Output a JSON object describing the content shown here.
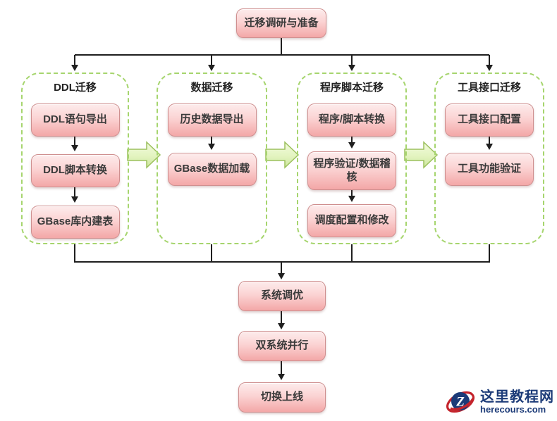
{
  "diagram": {
    "top_box": {
      "label": "迁移调研与准备"
    },
    "columns": [
      {
        "title": "DDL迁移",
        "steps": [
          "DDL语句导出",
          "DDL脚本转换",
          "GBase库内建表"
        ]
      },
      {
        "title": "数据迁移",
        "steps": [
          "历史数据导出",
          "GBase数据加载"
        ]
      },
      {
        "title": "程序脚本迁移",
        "steps": [
          "程序/脚本转换",
          "程序验证/数据稽核",
          "调度配置和修改"
        ]
      },
      {
        "title": "工具接口迁移",
        "steps": [
          "工具接口配置",
          "工具功能验证"
        ]
      }
    ],
    "bottom_steps": [
      "系统调优",
      "双系统并行",
      "切换上线"
    ],
    "icons": [
      "flow-arrow-right-icon",
      "down-arrowhead-icon"
    ],
    "colors": {
      "node_fill_top": "#fdecec",
      "node_fill_bottom": "#f3a7a7",
      "node_border": "#cf8f8f",
      "column_dash_border": "#a6d56e",
      "block_arrow_fill": "#e3f4c0",
      "block_arrow_border": "#9cc05e",
      "connector_line": "#1f1f1f",
      "logo_navy": "#1c3b78",
      "logo_red": "#c4242c"
    }
  },
  "logo": {
    "site_name": "这里教程网",
    "site_domain": "herecours.com",
    "monogram": "Z"
  }
}
